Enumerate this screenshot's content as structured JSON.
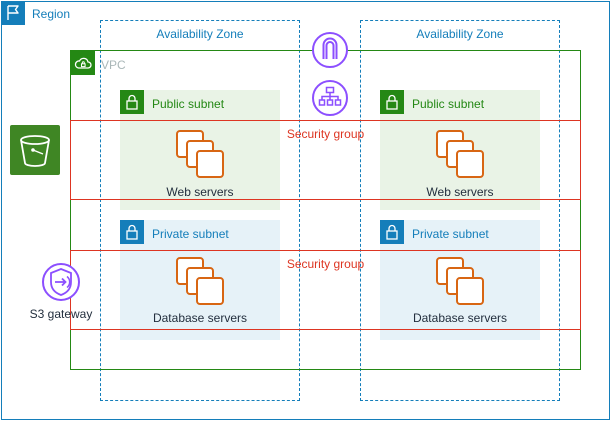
{
  "diagram": {
    "region": {
      "label": "Region",
      "icon": "region-flag-icon"
    },
    "availability_zones": [
      {
        "label": "Availability Zone"
      },
      {
        "label": "Availability Zone"
      }
    ],
    "vpc": {
      "label": "VPC",
      "icon": "vpc-cloud-icon"
    },
    "internet_gateway": {
      "icon": "internet-gateway-icon"
    },
    "load_balancer": {
      "icon": "load-balancer-icon"
    },
    "public_subnets": [
      {
        "label": "Public subnet",
        "icon": "lock-icon"
      },
      {
        "label": "Public subnet",
        "icon": "lock-icon"
      }
    ],
    "private_subnets": [
      {
        "label": "Private subnet",
        "icon": "lock-icon"
      },
      {
        "label": "Private subnet",
        "icon": "lock-icon"
      }
    ],
    "security_groups": [
      {
        "label": "Security group"
      },
      {
        "label": "Security group"
      }
    ],
    "web_servers": [
      {
        "label": "Web servers",
        "icon": "ec2-instances-icon"
      },
      {
        "label": "Web servers",
        "icon": "ec2-instances-icon"
      }
    ],
    "database_servers": [
      {
        "label": "Database servers",
        "icon": "ec2-instances-icon"
      },
      {
        "label": "Database servers",
        "icon": "ec2-instances-icon"
      }
    ],
    "s3_bucket": {
      "icon": "s3-bucket-icon"
    },
    "s3_gateway": {
      "label": "S3 gateway",
      "icon": "s3-gateway-endpoint-icon"
    },
    "colors": {
      "region": "#147eba",
      "vpc": "#248814",
      "public_subnet_fill": "#e9f3e6",
      "private_subnet_fill": "#e6f2f8",
      "security_group": "#dd3522",
      "ec2": "#d86613",
      "network": "#8c4fff",
      "s3": "#3f8624"
    }
  }
}
